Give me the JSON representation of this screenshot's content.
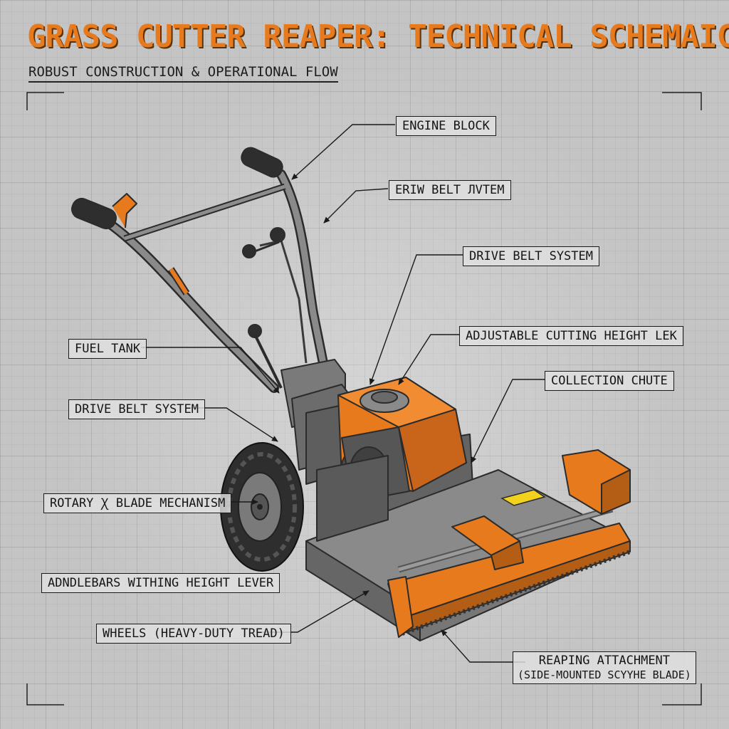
{
  "header": {
    "title": "GRASS CUTTER REAPER: TECHNICAL SCHEMAIC",
    "subtitle": "ROBUST CONSTRUCTION & OPERATIONAL FLOW"
  },
  "callouts": {
    "engine_block": "ENGINE BLOCK",
    "eriw_belt": "ERIW BELT ЛVTEM",
    "drive_belt_right": "DRIVE BELT SYSTEM",
    "adjustable_height": "ADJUSTABLE CUTTING HEIGHT LEK",
    "collection_chute": "COLLECTION CHUTE",
    "fuel_tank": "FUEL TANK",
    "drive_belt_left": "DRIVE BELT SYSTEM",
    "rotary_blade": "ROTARY Ꭓ BLADE MECHANISM",
    "handlebars": "ADNDLEBARS WITHING HEIGHT LEVER",
    "wheels": "WHEELS (HEAVY-DUTY TREAD)",
    "reaping_line1": "REAPING ATTACHMENT",
    "reaping_line2": "(SIDE-MOUNTED SCYYHE BLADE)"
  },
  "colors": {
    "accent": "#e87a1e",
    "machine_gray": "#6f6f6f",
    "dark": "#2b2b2b",
    "warning": "#f2d21c"
  }
}
